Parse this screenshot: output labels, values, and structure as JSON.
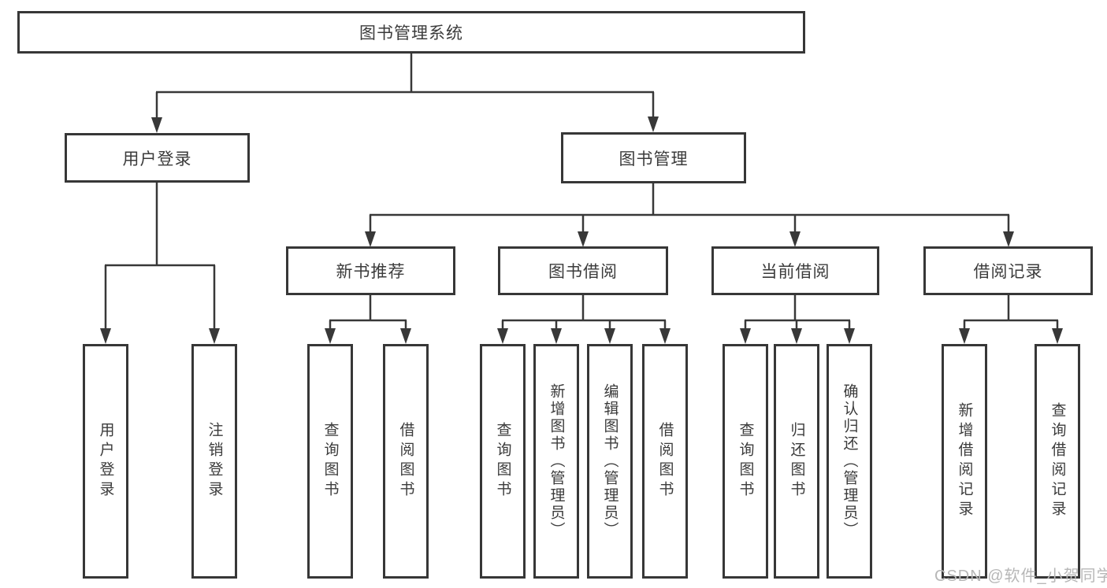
{
  "diagram": {
    "type": "tree-structure-chart",
    "colors": {
      "background": "#ffffff",
      "line": "#383838",
      "border": "#373737",
      "text": "#3b3b3b",
      "watermark": "#b7b7b7"
    },
    "watermark": "CSDN @软件_小贺同学",
    "nodes": {
      "root": "图书管理系统",
      "user_login": "用户登录",
      "book_management": "图书管理",
      "login": "用户登录",
      "logout": "注销登录",
      "new_book_recommend": "新书推荐",
      "book_borrowing": "图书借阅",
      "current_borrowing": "当前借阅",
      "borrowing_records": "借阅记录",
      "nbr_query_book": "查询图书",
      "nbr_borrow_book": "借阅图书",
      "bb_query_book": "查询图书",
      "bb_add_book": "新增图书（管理员）",
      "bb_edit_book": "编辑图书（管理员）",
      "bb_borrow_book": "借阅图书",
      "cb_query_book": "查询图书",
      "cb_return_book": "归还图书",
      "cb_confirm_return": "确认归还（管理员）",
      "br_add_record": "新增借阅记录",
      "br_query_record": "查询借阅记录"
    },
    "edges": [
      [
        "root",
        "user_login"
      ],
      [
        "root",
        "book_management"
      ],
      [
        "user_login",
        "login"
      ],
      [
        "user_login",
        "logout"
      ],
      [
        "book_management",
        "new_book_recommend"
      ],
      [
        "book_management",
        "book_borrowing"
      ],
      [
        "book_management",
        "current_borrowing"
      ],
      [
        "book_management",
        "borrowing_records"
      ],
      [
        "new_book_recommend",
        "nbr_query_book"
      ],
      [
        "new_book_recommend",
        "nbr_borrow_book"
      ],
      [
        "book_borrowing",
        "bb_query_book"
      ],
      [
        "book_borrowing",
        "bb_add_book"
      ],
      [
        "book_borrowing",
        "bb_edit_book"
      ],
      [
        "book_borrowing",
        "bb_borrow_book"
      ],
      [
        "current_borrowing",
        "cb_query_book"
      ],
      [
        "current_borrowing",
        "cb_return_book"
      ],
      [
        "current_borrowing",
        "cb_confirm_return"
      ],
      [
        "borrowing_records",
        "br_add_record"
      ],
      [
        "borrowing_records",
        "br_query_record"
      ]
    ]
  }
}
